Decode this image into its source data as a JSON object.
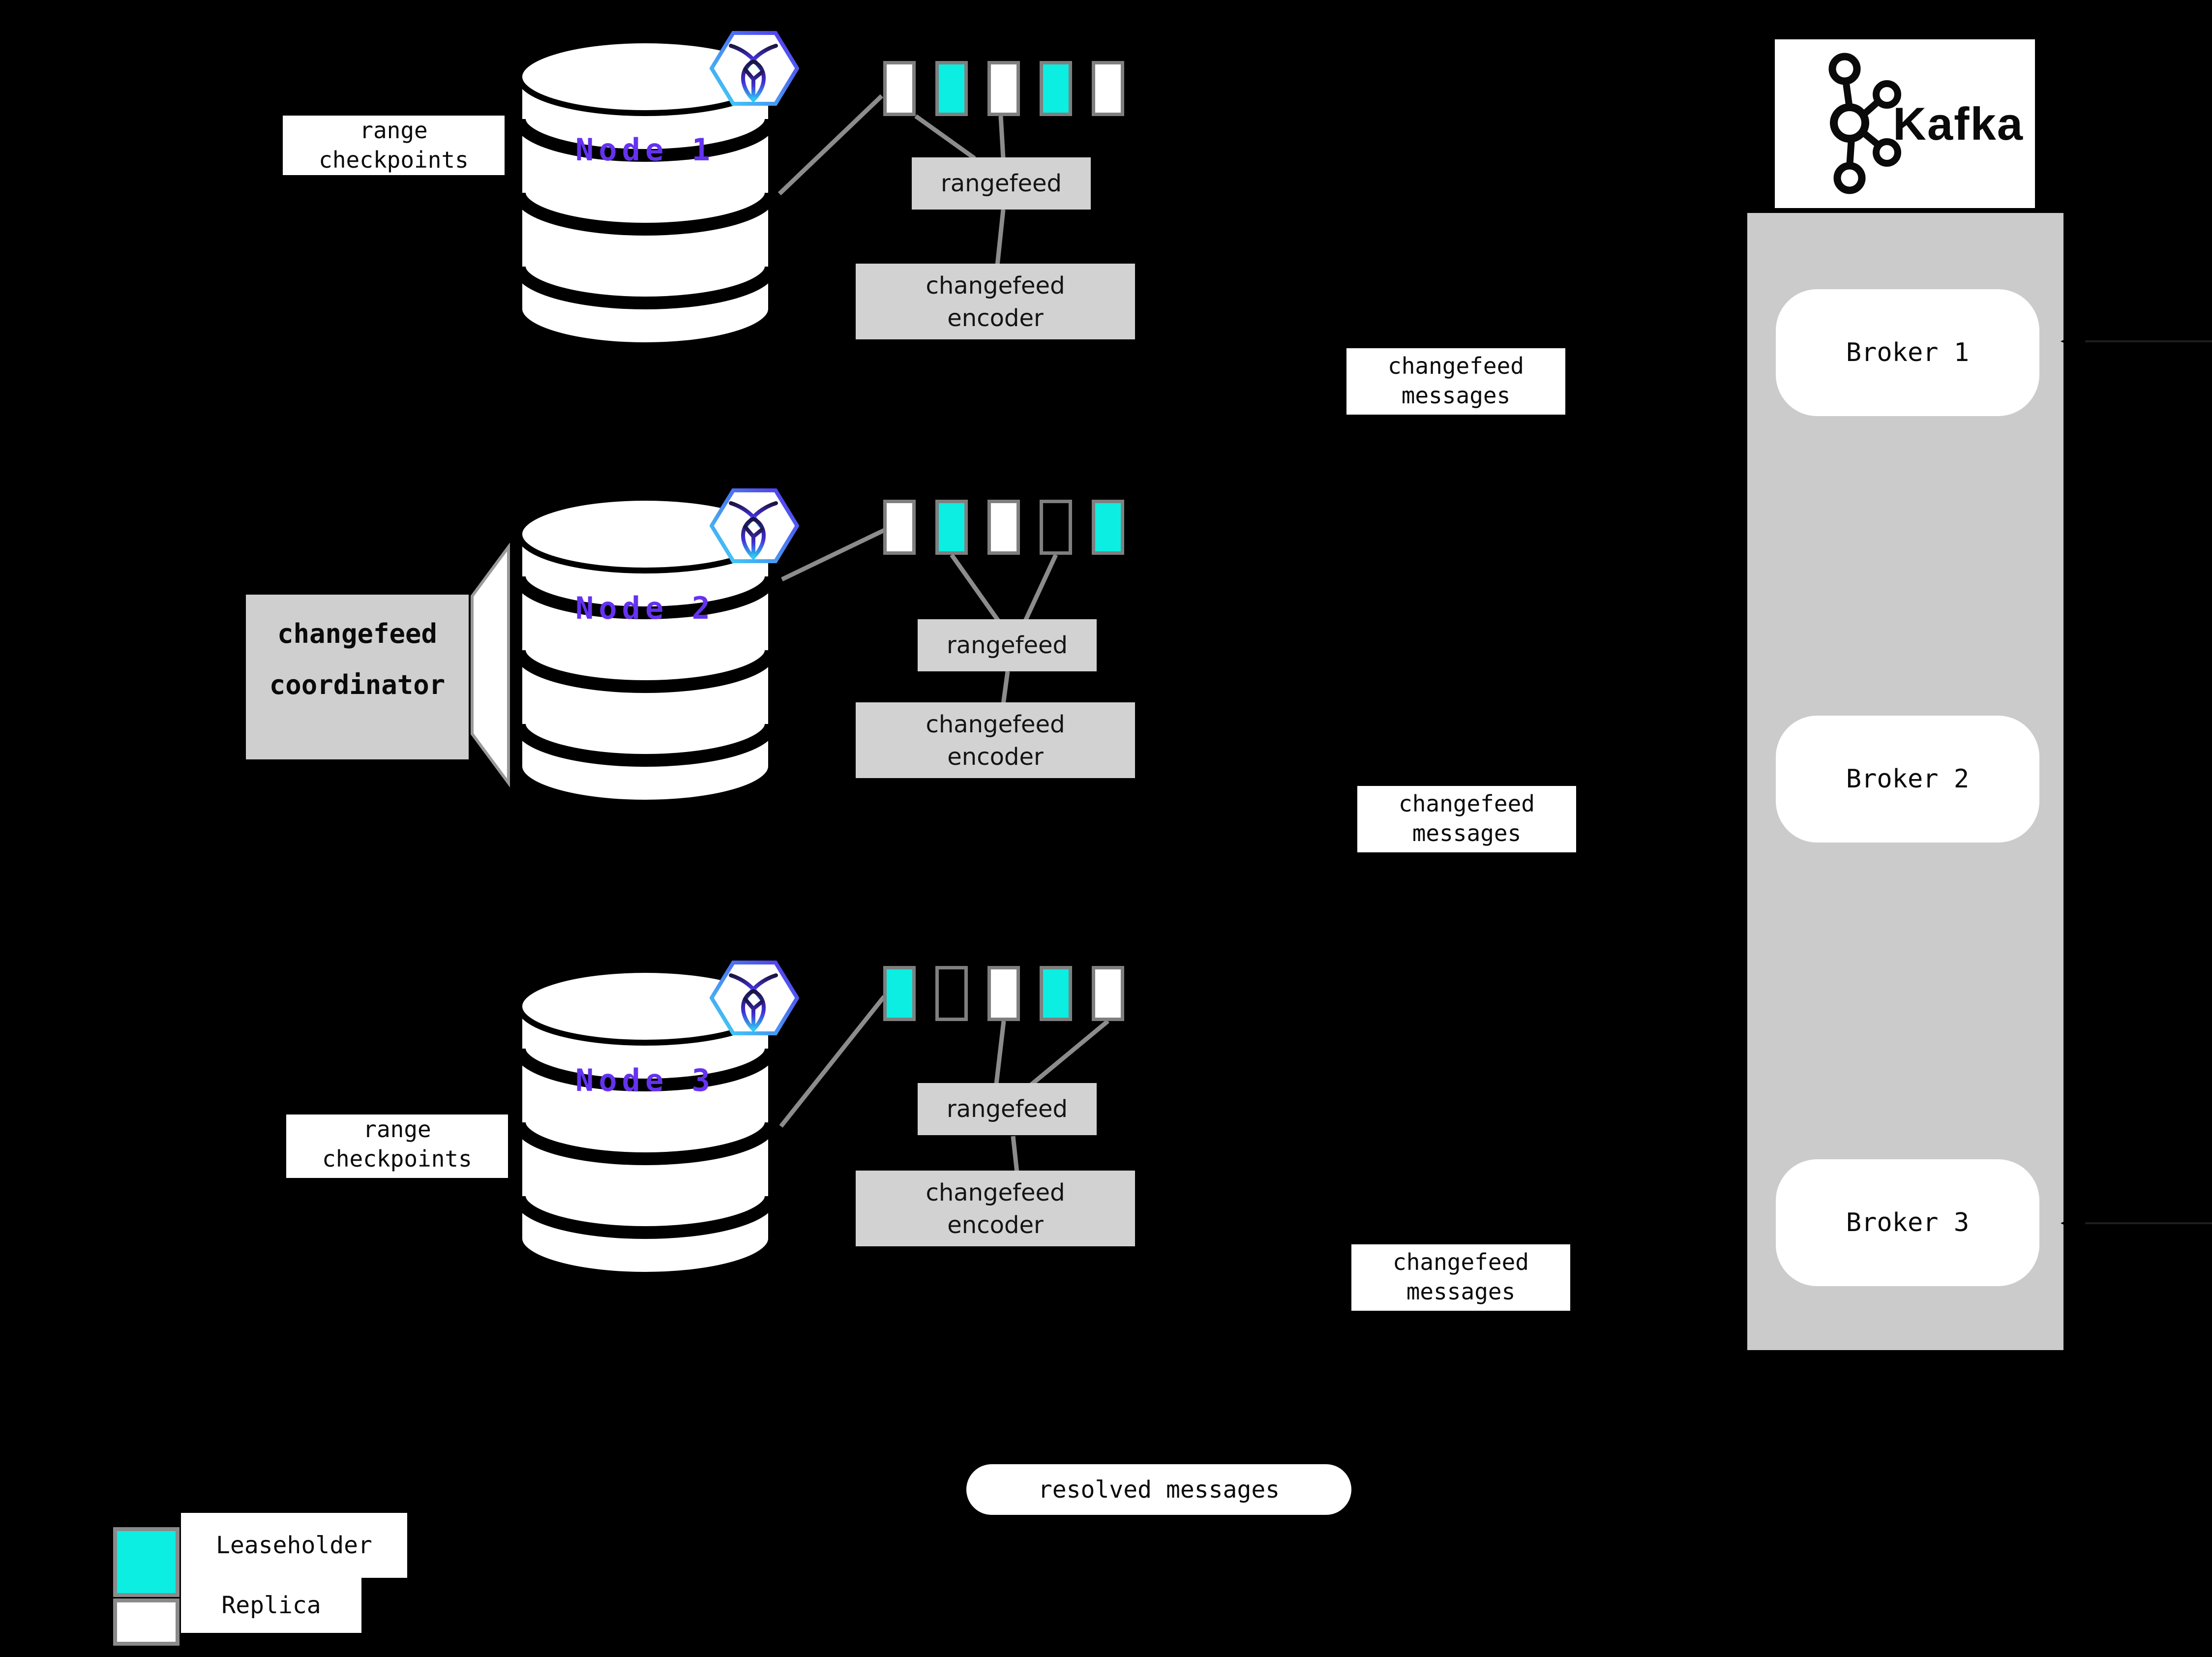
{
  "colors": {
    "background": "#000000",
    "leaseholder": "#0ceee2",
    "replica": "#ffffff",
    "empty": "#000000",
    "range_border": "#7f7f7f",
    "gray_label": "#d2d2d2",
    "kafka_panel": "#cbcbcb",
    "node_text": "#6432f0",
    "connector": "#8c8c8c",
    "badge_gradient_start": "#41d8f5",
    "badge_gradient_end": "#5430ee"
  },
  "labels": {
    "range_checkpoints_line1": "range",
    "range_checkpoints_line2": "checkpoints",
    "coordinator_line1": "changefeed",
    "coordinator_line2": "coordinator",
    "rangefeed": "rangefeed",
    "encoder_line1": "changefeed",
    "encoder_line2": "encoder",
    "messages_line1": "changefeed",
    "messages_line2": "messages",
    "resolved": "resolved messages"
  },
  "nodes": [
    {
      "name": "Node 1",
      "ranges": [
        "replica",
        "leaseholder",
        "replica",
        "leaseholder",
        "replica"
      ]
    },
    {
      "name": "Node 2",
      "ranges": [
        "replica",
        "leaseholder",
        "replica",
        "empty",
        "leaseholder"
      ]
    },
    {
      "name": "Node 3",
      "ranges": [
        "leaseholder",
        "empty",
        "replica",
        "leaseholder",
        "replica"
      ]
    }
  ],
  "kafka": {
    "title": "Kafka",
    "brokers": [
      "Broker 1",
      "Broker 2",
      "Broker 3"
    ]
  },
  "legend": [
    {
      "label": "Leaseholder",
      "swatch": "leaseholder"
    },
    {
      "label": "Replica",
      "swatch": "replica"
    }
  ]
}
